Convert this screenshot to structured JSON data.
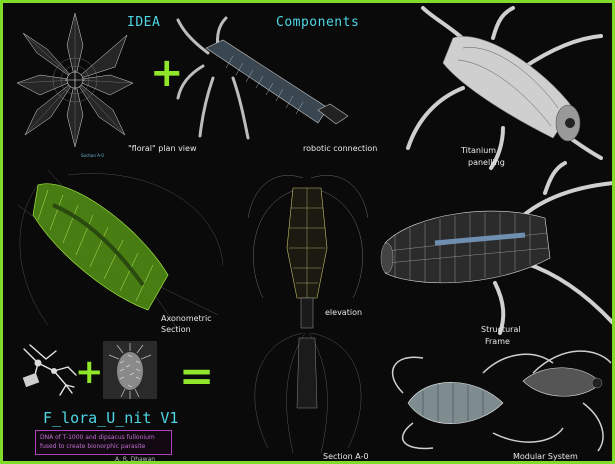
{
  "headings": {
    "idea": "IDEA",
    "components": "Components"
  },
  "labels": {
    "floral_plan": "\"floral\" plan view",
    "section_a0_small": "Section A-0",
    "robotic": "robotic connection",
    "titanium_1": "Titanium",
    "titanium_2": "panelling",
    "axo_1": "Axonometric",
    "axo_2": "Section",
    "elevation": "elevation",
    "structural_1": "Structural",
    "structural_2": "Frame",
    "section_a0": "Section A-0",
    "modular": "Modular System"
  },
  "project": {
    "title": "F_lora_U_nit V1",
    "desc_line1": "DNA of T-1000 and dipsacus fullonium",
    "desc_line2": "fused to create bionorphic parasite",
    "author": "A. R. Dhawan"
  },
  "symbols": {
    "plus": "+",
    "equals": "="
  },
  "colors": {
    "border": "#7fdc2a",
    "accent_cyan": "#4fd6e6",
    "accent_green": "#8fe62a",
    "desc_magenta": "#c070d0"
  }
}
